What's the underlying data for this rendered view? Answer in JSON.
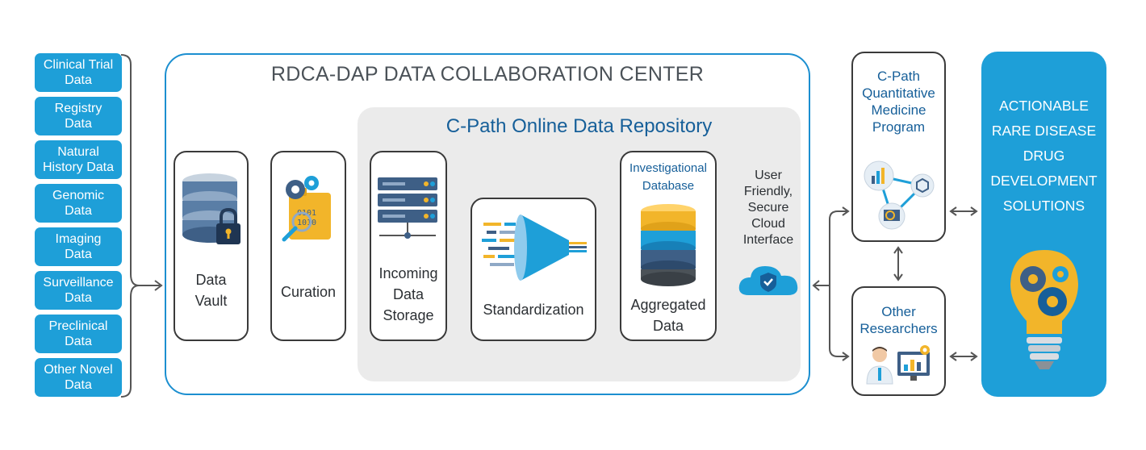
{
  "sources": [
    "Clinical Trial\nData",
    "Registry\nData",
    "Natural\nHistory Data",
    "Genomic\nData",
    "Imaging\nData",
    "Surveillance\nData",
    "Preclinical\nData",
    "Other Novel\nData"
  ],
  "center": {
    "title": "RDCA-DAP DATA COLLABORATION CENTER",
    "data_vault_label": "Data\nVault",
    "curation_label": "Curation"
  },
  "repository": {
    "title": "C-Path Online Data Repository",
    "incoming_label": "Incoming\nData\nStorage",
    "standardization_label": "Standardization",
    "aggregated_top_label": "Investigational\nDatabase",
    "aggregated_bottom_label": "Aggregated\nData"
  },
  "cloud": {
    "label": "User\nFriendly,\nSecure\nCloud\nInterface"
  },
  "right": {
    "qmp_label": "C-Path\nQuantitative\nMedicine\nProgram",
    "researchers_label": "Other\nResearchers"
  },
  "outcome": {
    "label": "ACTIONABLE\nRARE DISEASE\nDRUG\nDEVELOPMENT\nSOLUTIONS"
  },
  "colors": {
    "accent_blue": "#1e9fd8",
    "frame_blue": "#1c8fd0",
    "title_blue": "#165f99",
    "gold": "#f2b52a"
  },
  "icons": [
    "database-lock-icon",
    "gears-folder-icon",
    "server-icon",
    "funnel-icon",
    "stacked-database-icon",
    "cloud-shield-icon",
    "network-analytics-icon",
    "researcher-icon",
    "lightbulb-gears-icon"
  ]
}
